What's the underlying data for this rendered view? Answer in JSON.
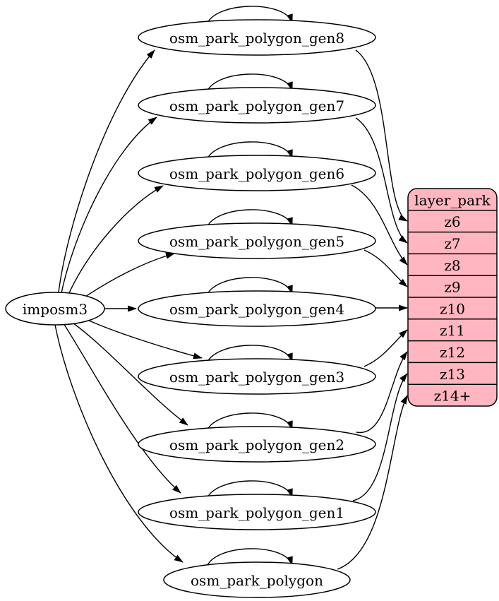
{
  "diagram": {
    "background_color": "#ffffff",
    "edge_color": "#000000",
    "node_fill": "#ffffff",
    "node_stroke": "#000000",
    "text_color": "#000000",
    "source_node": {
      "label": "imposm3"
    },
    "table_nodes": [
      {
        "label": "osm_park_polygon_gen8",
        "from_source": true,
        "self_loop": true,
        "to_layer_row": "z6"
      },
      {
        "label": "osm_park_polygon_gen7",
        "from_source": true,
        "self_loop": true,
        "to_layer_row": "z7"
      },
      {
        "label": "osm_park_polygon_gen6",
        "from_source": true,
        "self_loop": true,
        "to_layer_row": "z8"
      },
      {
        "label": "osm_park_polygon_gen5",
        "from_source": true,
        "self_loop": true,
        "to_layer_row": "z9"
      },
      {
        "label": "osm_park_polygon_gen4",
        "from_source": true,
        "self_loop": true,
        "to_layer_row": "z10"
      },
      {
        "label": "osm_park_polygon_gen3",
        "from_source": true,
        "self_loop": true,
        "to_layer_row": "z11"
      },
      {
        "label": "osm_park_polygon_gen2",
        "from_source": true,
        "self_loop": true,
        "to_layer_row": "z12"
      },
      {
        "label": "osm_park_polygon_gen1",
        "from_source": true,
        "self_loop": true,
        "to_layer_row": "z13"
      },
      {
        "label": "osm_park_polygon",
        "from_source": true,
        "self_loop": true,
        "to_layer_row": "z14+"
      }
    ],
    "layer_table": {
      "title": "layer_park",
      "fill": "#ffb6c1",
      "rows": [
        "z6",
        "z7",
        "z8",
        "z9",
        "z10",
        "z11",
        "z12",
        "z13",
        "z14+"
      ]
    }
  }
}
